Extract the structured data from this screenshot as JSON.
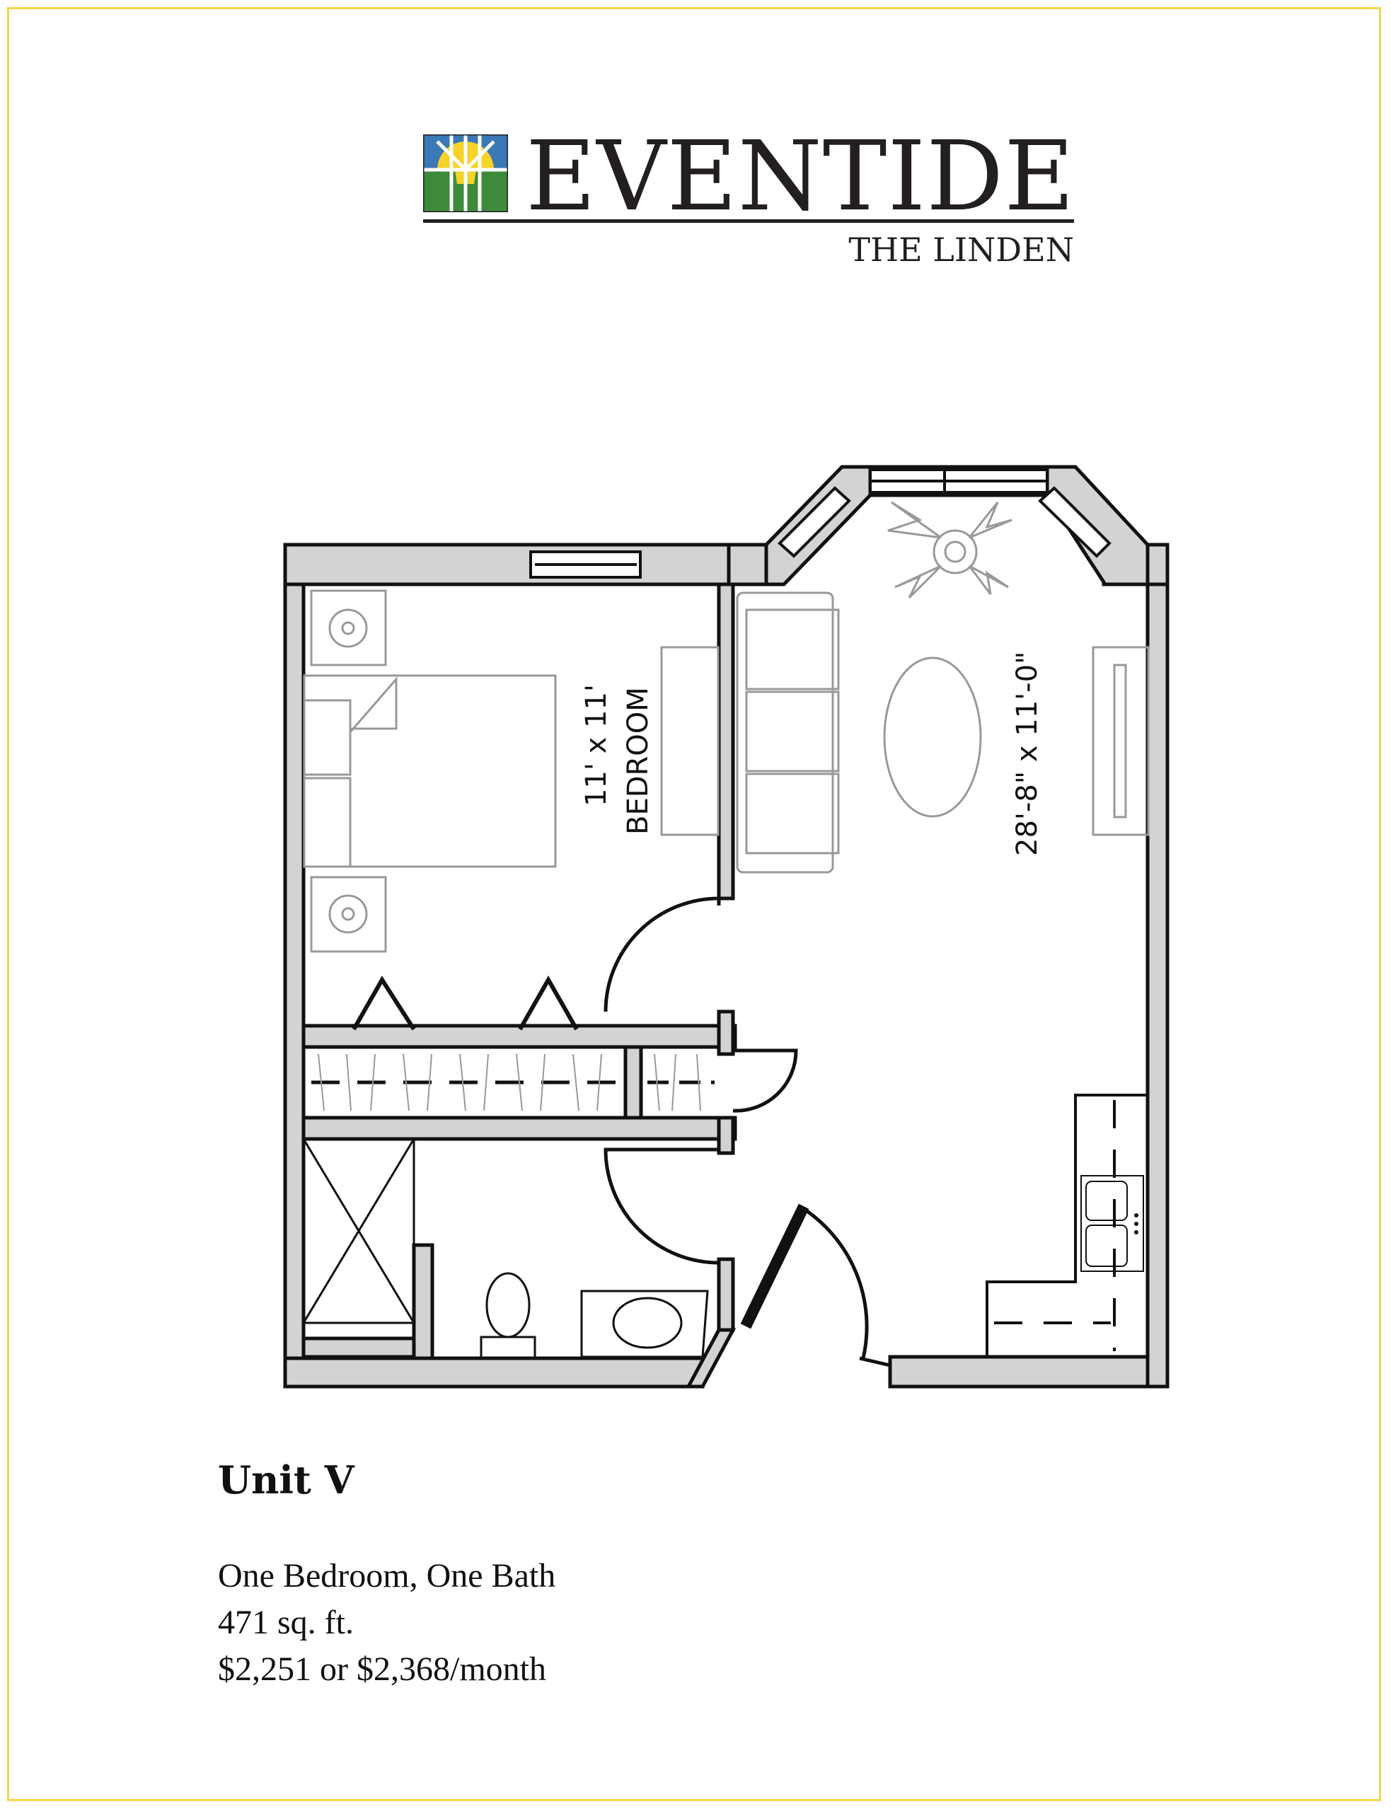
{
  "brand": {
    "name": "EVENTIDE",
    "subtitle": "THE LINDEN",
    "colors": {
      "blue": "#3a78b6",
      "yellow": "#f5d327",
      "green": "#3e8a3a"
    }
  },
  "plan": {
    "bedroom_name": "BEDROOM",
    "bedroom_size": "11' x 11'",
    "living_size": "28'-8\" x 11'-0\"",
    "wall_color": "#d3d3d3"
  },
  "unit": {
    "title": "Unit V",
    "type": "One Bedroom, One Bath",
    "area": "471 sq. ft.",
    "price": "$2,251 or $2,368/month"
  }
}
